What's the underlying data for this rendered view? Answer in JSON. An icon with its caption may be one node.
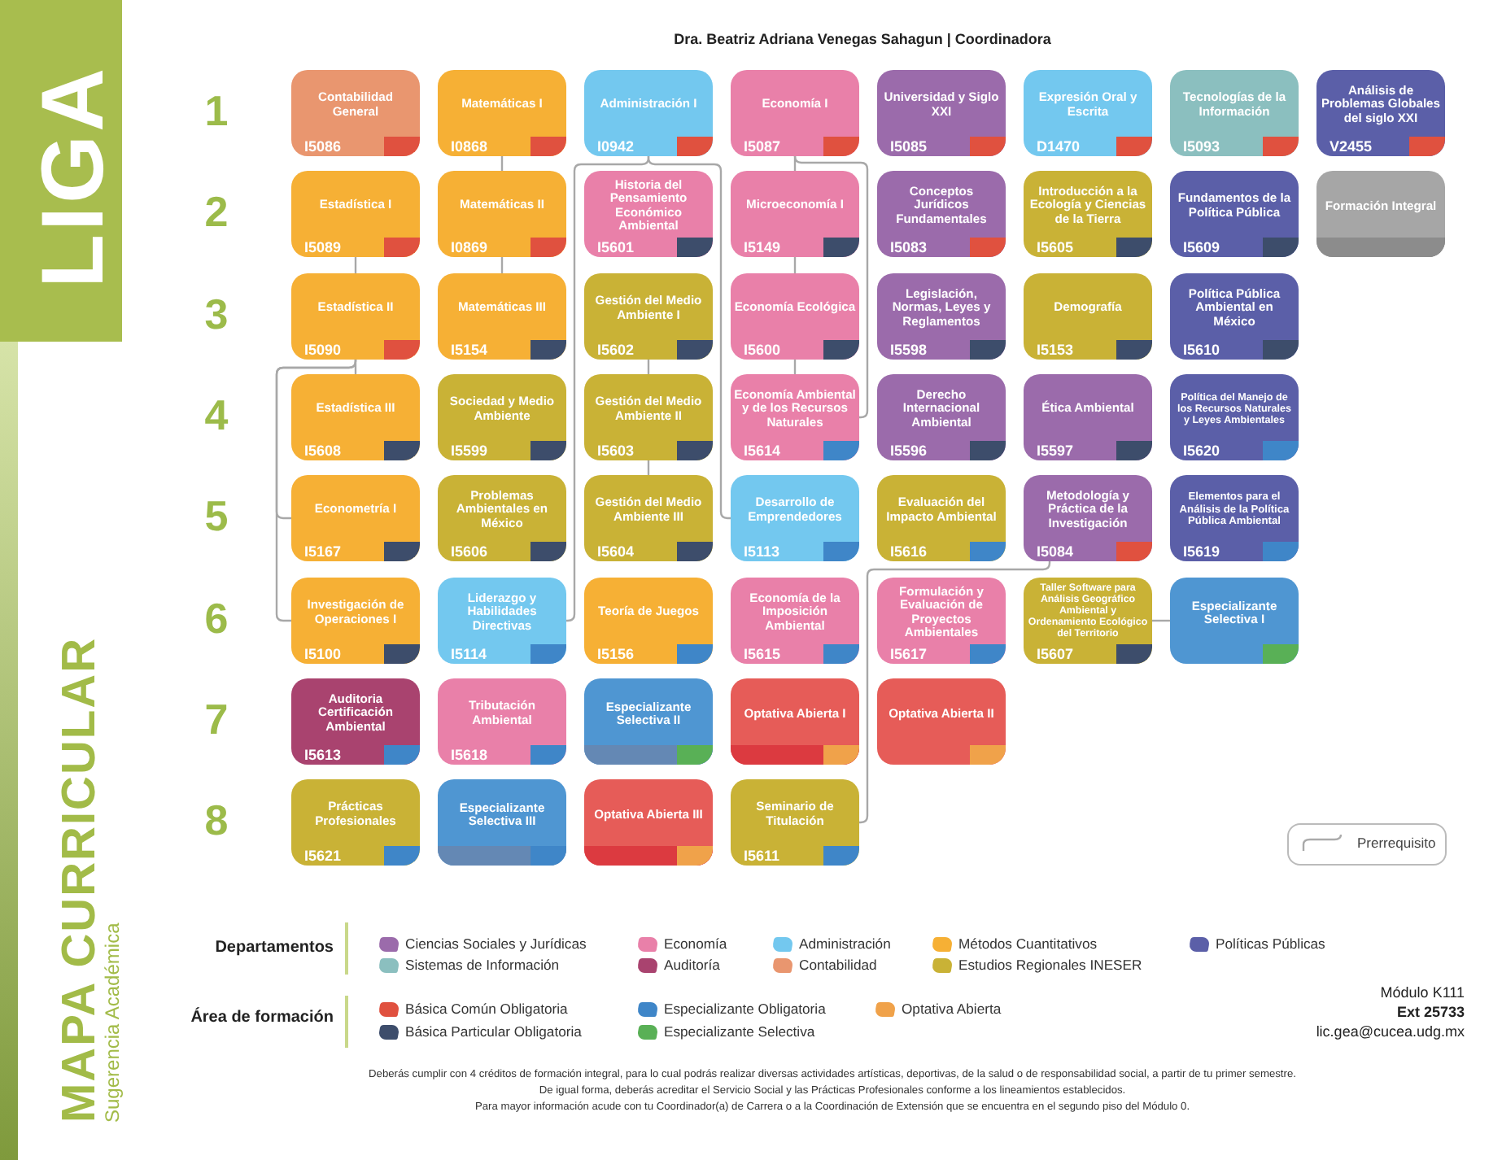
{
  "diagram": {
    "title": "MAPA CURRICULAR",
    "nodes": [
      {
        "text": [
          "Contabilidad General",
          "I5086"
        ]
      },
      {
        "text": [
          "Matemáticas I",
          "I0868"
        ]
      },
      {
        "text": [
          "Administración I",
          "I0942"
        ]
      },
      {
        "text": [
          "Economía I",
          "I5087"
        ]
      },
      {
        "text": [
          "Universidad y Siglo XXI",
          "I5085"
        ]
      },
      {
        "text": [
          "Expresión Oral y Escrita",
          "D1470"
        ]
      },
      {
        "text": [
          "Tecnologías de la Información",
          "I5093"
        ]
      },
      {
        "text": [
          "Análisis de Problemas Globales del siglo XXI",
          "V2455"
        ]
      },
      {
        "text": [
          "Estadística I",
          "I5089"
        ]
      },
      {
        "text": [
          "Matemáticas II",
          "I0869"
        ]
      },
      {
        "text": [
          "Historia del Pensamiento Económico Ambiental",
          "I5601"
        ]
      },
      {
        "text": [
          "Microeconomía I",
          "I5149"
        ]
      },
      {
        "text": [
          "Conceptos Jurídicos Fundamentales",
          "I5083"
        ]
      },
      {
        "text": [
          "Introducción a la Ecología y Ciencias de la Tierra",
          "I5605"
        ]
      },
      {
        "text": [
          "Fundamentos de la Política Pública",
          "I5609"
        ]
      },
      {
        "text": [
          "Formación Integral"
        ]
      },
      {
        "text": [
          "Estadística II",
          "I5090"
        ]
      },
      {
        "text": [
          "Matemáticas III",
          "I5154"
        ]
      },
      {
        "text": [
          "Gestión del Medio Ambiente I",
          "I5602"
        ]
      },
      {
        "text": [
          "Economía Ecológica",
          "I5600"
        ]
      },
      {
        "text": [
          "Legislación, Normas, Leyes y Reglamentos",
          "I5598"
        ]
      },
      {
        "text": [
          "Demografía",
          "I5153"
        ]
      },
      {
        "text": [
          "Política Pública Ambiental en México",
          "I5610"
        ]
      },
      {
        "text": [
          "Estadística III",
          "I5608"
        ]
      },
      {
        "text": [
          "Sociedad y Medio Ambiente",
          "I5599"
        ]
      },
      {
        "text": [
          "Gestión del Medio Ambiente II",
          "I5603"
        ]
      },
      {
        "text": [
          "Economía Ambiental y de los Recursos Naturales",
          "I5614"
        ]
      },
      {
        "text": [
          "Derecho Internacional Ambiental",
          "I5596"
        ]
      },
      {
        "text": [
          "Ética Ambiental",
          "I5597"
        ]
      },
      {
        "text": [
          "Política del Manejo de los Recursos Naturales y Leyes Ambientales",
          "I5620"
        ]
      },
      {
        "text": [
          "Econometría I",
          "I5167"
        ]
      },
      {
        "text": [
          "Problemas Ambientales en México",
          "I5606"
        ]
      },
      {
        "text": [
          "Gestión del Medio Ambiente III",
          "I5604"
        ]
      },
      {
        "text": [
          "Desarrollo de Emprendedores",
          "I5113"
        ]
      },
      {
        "text": [
          "Evaluación del Impacto Ambiental",
          "I5616"
        ]
      },
      {
        "text": [
          "Metodología y Práctica de la Investigación",
          "I5084"
        ]
      },
      {
        "text": [
          "Elementos para el Análisis de la Política Pública Ambiental",
          "I5619"
        ]
      },
      {
        "text": [
          "Investigación de Operaciones I",
          "I5100"
        ]
      },
      {
        "text": [
          "Liderazgo y Habilidades Directivas",
          "I5114"
        ]
      },
      {
        "text": [
          "Teoría de Juegos",
          "I5156"
        ]
      },
      {
        "text": [
          "Economía de la Imposición Ambiental",
          "I5615"
        ]
      },
      {
        "text": [
          "Formulación y Evaluación de Proyectos Ambientales",
          "I5617"
        ]
      },
      {
        "text": [
          "Taller Software para Análisis Geográfico Ambiental y Ordenamiento Ecológico del Territorio",
          "I5607"
        ]
      },
      {
        "text": [
          "Especializante Selectiva I"
        ]
      },
      {
        "text": [
          "Auditoria Certificación Ambiental",
          "I5613"
        ]
      },
      {
        "text": [
          "Tributación Ambiental",
          "I5618"
        ]
      },
      {
        "text": [
          "Especializante Selectiva II"
        ]
      },
      {
        "text": [
          "Optativa Abierta I"
        ]
      },
      {
        "text": [
          "Optativa Abierta II"
        ]
      },
      {
        "text": [
          "Prácticas Profesionales",
          "I5621"
        ]
      },
      {
        "text": [
          "Especializante Selectiva III"
        ]
      },
      {
        "text": [
          "Optativa Abierta III"
        ]
      },
      {
        "text": [
          "Seminario de Titulación",
          "I5611"
        ]
      }
    ],
    "edges": [
      {
        "from": 1,
        "to": 9,
        "arrow": "none"
      },
      {
        "from": 9,
        "to": 17,
        "arrow": "none"
      },
      {
        "from": 8,
        "to": 16,
        "arrow": "none"
      },
      {
        "from": 16,
        "to": 23,
        "arrow": "none"
      },
      {
        "from": 16,
        "to": 30,
        "arrow": "none"
      },
      {
        "from": 16,
        "to": 37,
        "arrow": "none"
      },
      {
        "from": 2,
        "to": 38,
        "arrow": "none"
      },
      {
        "from": 2,
        "to": 33,
        "arrow": "none"
      },
      {
        "from": 3,
        "to": 11,
        "arrow": "none"
      },
      {
        "from": 3,
        "to": 26,
        "arrow": "none"
      },
      {
        "from": 11,
        "to": 19,
        "arrow": "none"
      },
      {
        "from": 19,
        "to": 26,
        "arrow": "none"
      },
      {
        "from": 18,
        "to": 25,
        "arrow": "none"
      },
      {
        "from": 25,
        "to": 32,
        "arrow": "none"
      },
      {
        "from": 35,
        "to": 52,
        "arrow": "none"
      },
      {
        "from": 42,
        "to": 43,
        "arrow": "none"
      }
    ],
    "labels": [
      "LIGA",
      "Sugerencia Académica",
      "Dra. Beatriz Adriana Venegas Sahagun | Coordinadora",
      "1",
      "2",
      "3",
      "4",
      "5",
      "6",
      "7",
      "8",
      "Departamentos",
      "Área de formación",
      "Módulo K111",
      "Ext 25733",
      "lic.gea@cucea.udg.mx",
      "Deberás cumplir con 4 créditos de formación integral, para lo cual podrás realizar diversas actividades artísticas, deportivas, de la salud o de responsabilidad social, a partir de tu primer semestre.",
      "De igual forma, deberás acreditar el Servicio Social y las Prácticas Profesionales conforme a los lineamientos establecidos.",
      "Para mayor información acude con tu Coordinador(a) de Carrera o a la Coordinación de Extensión que se encuentra en el segundo piso del Módulo 0."
    ],
    "legend": [
      {
        "text": "Ciencias Sociales y Jurídicas",
        "color": "#9b6bab"
      },
      {
        "text": "Economía",
        "color": "#e980a9"
      },
      {
        "text": "Administración",
        "color": "#73c8ef"
      },
      {
        "text": "Métodos Cuantitativos",
        "color": "#f6b035"
      },
      {
        "text": "Políticas Públicas",
        "color": "#5b5fa8"
      },
      {
        "text": "Sistemas de Información",
        "color": "#8bbfbf"
      },
      {
        "text": "Auditoría",
        "color": "#a9436f"
      },
      {
        "text": "Contabilidad",
        "color": "#e9966f"
      },
      {
        "text": "Estudios Regionales INESER",
        "color": "#c9b236"
      },
      {
        "text": "Básica Común Obligatoria",
        "color": "#e0513f"
      },
      {
        "text": "Especializante Obligatoria",
        "color": "#3f86c8"
      },
      {
        "text": "Optativa Abierta",
        "color": "#f0a24a"
      },
      {
        "text": "Básica Particular Obligatoria",
        "color": "#3d4d6b"
      },
      {
        "text": "Especializante Selectiva",
        "color": "#59b056"
      },
      {
        "text": "Prerrequisito"
      }
    ]
  }
}
